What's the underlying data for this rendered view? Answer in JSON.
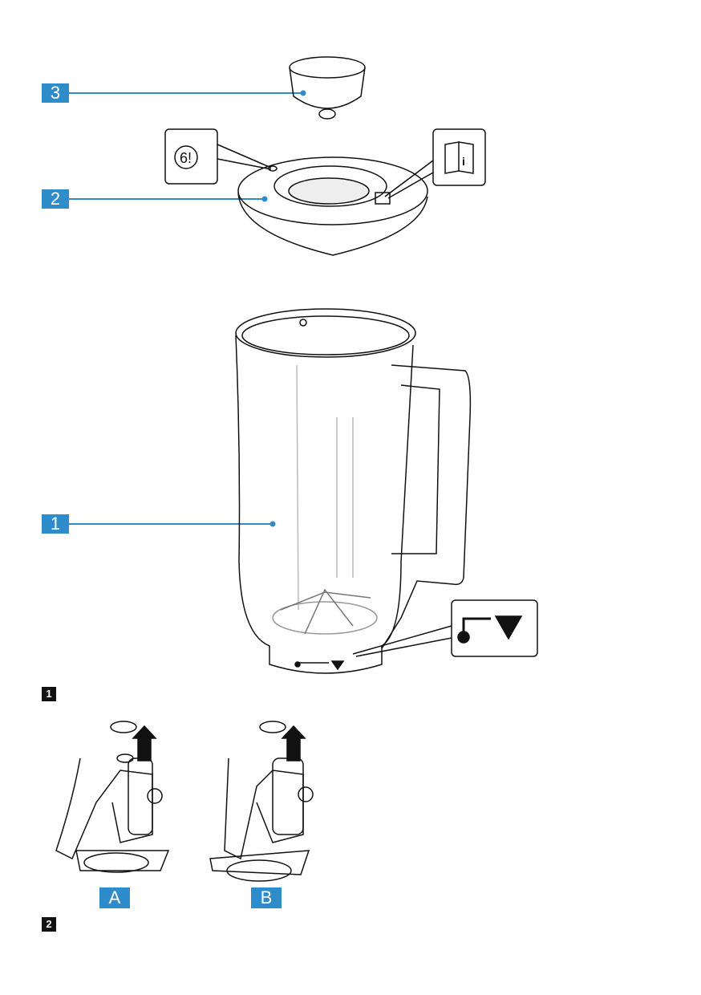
{
  "figure1": {
    "number": "1",
    "callouts": [
      "3",
      "2",
      "1"
    ],
    "icons": [
      "spiral-warning-icon",
      "manual-info-icon",
      "dot-line-triangle-marker-icon"
    ]
  },
  "figure2": {
    "number": "2",
    "labels": [
      "A",
      "B"
    ]
  },
  "colors": {
    "accent": "#2f8ccb",
    "ink": "#111111"
  }
}
